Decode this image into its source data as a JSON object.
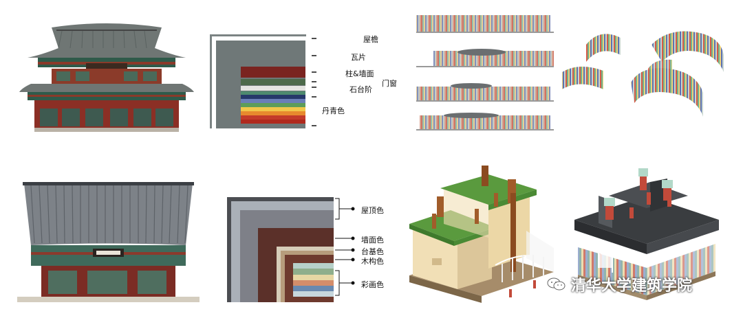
{
  "diagram_top": {
    "labels": [
      "屋檐",
      "瓦片",
      "柱&墙面",
      "门窗",
      "石台阶",
      "丹青色"
    ]
  },
  "diagram_bottom": {
    "labels": [
      "屋顶色",
      "墙面色",
      "台基色",
      "木构色",
      "彩画色"
    ]
  },
  "watermark": {
    "text": "清华大学建筑学院"
  },
  "colors": {
    "roof_grey": "#6f7878",
    "wall_red": "#7a2420",
    "green_band": "#4d6a4a",
    "roof_green": "#4e9a3a",
    "dark_roof": "#3a3d40",
    "cream_wall": "#f1dfb6"
  }
}
